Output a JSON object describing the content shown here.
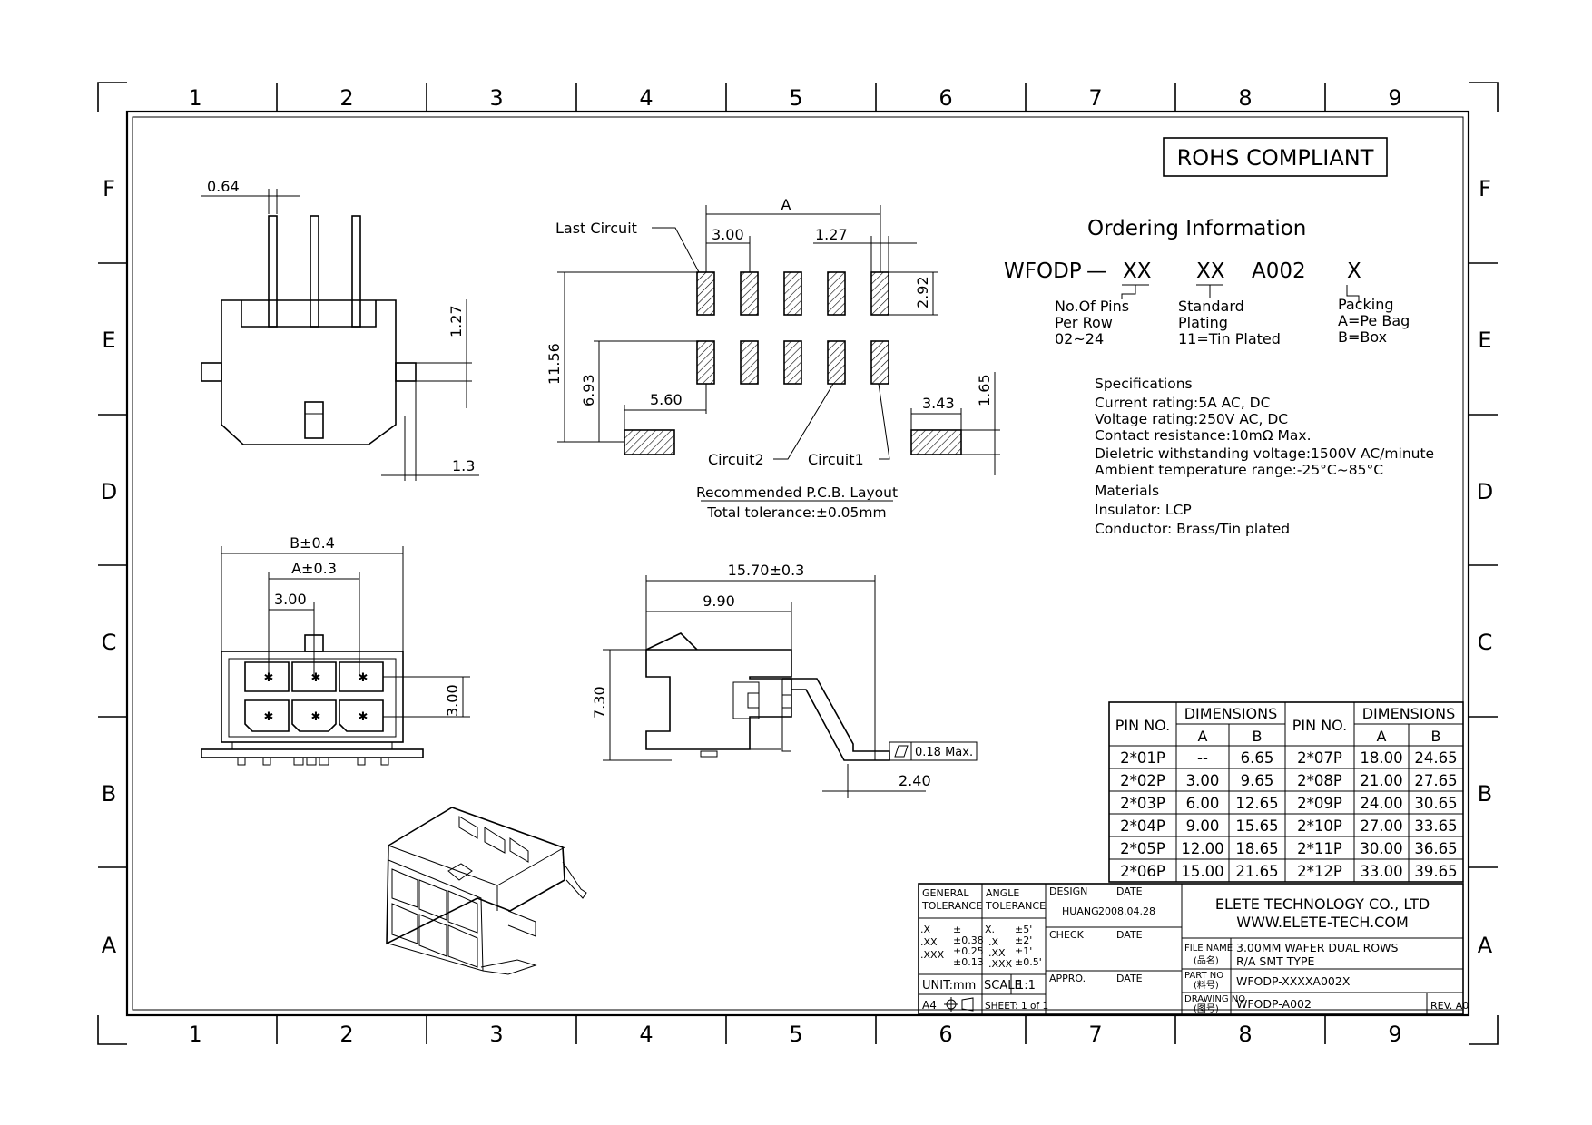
{
  "frame": {
    "columns": [
      "1",
      "2",
      "3",
      "4",
      "5",
      "6",
      "7",
      "8",
      "9"
    ],
    "rows": [
      "F",
      "E",
      "D",
      "C",
      "B",
      "A"
    ]
  },
  "rohs": "ROHS COMPLIANT",
  "ordering": {
    "title": "Ordering Information",
    "code_prefix": "WFODP",
    "code_dash": "—",
    "code_pins": "XX",
    "code_plating": "XX",
    "code_suffix": "A002",
    "code_pack": "X",
    "pins_lines": [
      "No.Of Pins",
      "Per Row",
      "02~24"
    ],
    "plating_lines": [
      "Standard",
      "Plating",
      "11=Tin Plated"
    ],
    "packing_lines": [
      "Packing",
      "A=Pe Bag",
      "B=Box"
    ]
  },
  "specs": {
    "title": "Specifications",
    "lines": [
      "Current rating:5A AC, DC",
      "Voltage rating:250V AC, DC",
      "Contact resistance:10mΩ Max.",
      "Dieletric withstanding voltage:1500V AC/minute",
      "Ambient temperature range:-25°C~85°C"
    ],
    "materials_title": "Materials",
    "materials": [
      "Insulator: LCP",
      "Conductor: Brass/Tin plated"
    ]
  },
  "pcb": {
    "caption": "Recommended P.C.B. Layout",
    "tolerance": "Total tolerance:±0.05mm",
    "last_circuit": "Last Circuit",
    "circuit1": "Circuit1",
    "circuit2": "Circuit2",
    "dim_A": "A",
    "dim_300": "3.00",
    "dim_127": "1.27",
    "dim_292": "2.92",
    "dim_1156": "11.56",
    "dim_693": "6.93",
    "dim_560": "5.60",
    "dim_343": "3.43",
    "dim_165": "1.65"
  },
  "side_view": {
    "dim_064": "0.64",
    "dim_127": "1.27",
    "dim_13": "1.3"
  },
  "front_view": {
    "dim_B": "B±0.4",
    "dim_A": "A±0.3",
    "dim_300a": "3.00",
    "dim_300b": "3.00"
  },
  "profile_view": {
    "dim_1570": "15.70±0.3",
    "dim_990": "9.90",
    "dim_730": "7.30",
    "dim_240": "2.40",
    "flatness": "0.18 Max."
  },
  "pin_table": {
    "h_pin": "PIN NO.",
    "h_dim": "DIMENSIONS",
    "h_a": "A",
    "h_b": "B",
    "left": [
      [
        "2*01P",
        "--",
        "6.65"
      ],
      [
        "2*02P",
        "3.00",
        "9.65"
      ],
      [
        "2*03P",
        "6.00",
        "12.65"
      ],
      [
        "2*04P",
        "9.00",
        "15.65"
      ],
      [
        "2*05P",
        "12.00",
        "18.65"
      ],
      [
        "2*06P",
        "15.00",
        "21.65"
      ]
    ],
    "right": [
      [
        "2*07P",
        "18.00",
        "24.65"
      ],
      [
        "2*08P",
        "21.00",
        "27.65"
      ],
      [
        "2*09P",
        "24.00",
        "30.65"
      ],
      [
        "2*10P",
        "27.00",
        "33.65"
      ],
      [
        "2*11P",
        "30.00",
        "36.65"
      ],
      [
        "2*12P",
        "33.00",
        "39.65"
      ]
    ]
  },
  "title_block": {
    "general": [
      "GENERAL",
      "TOLERANCE"
    ],
    "angle": [
      "ANGLE",
      "TOLERANCE"
    ],
    "tol_lines": [
      ".X    ±",
      ".XX  ±0.38",
      ".XXX ±0.25",
      "        ±0.13"
    ],
    "tol_x": ".X",
    "tol_xx": ".XX",
    "tol_xxx": ".XXX",
    "tol_v1": "±",
    "tol_v2": "±0.38",
    "tol_v3": "±0.25",
    "tol_v4": "±0.13",
    "ang_x": "X.",
    "ang_xx": ".X",
    "ang_xxx": ".XX",
    "ang_xxxx": ".XXX",
    "ang_v1": "±5'",
    "ang_v2": "±2'",
    "ang_v3": "±1'",
    "ang_v4": "±0.5'",
    "unit": "UNIT:mm",
    "scale_label": "SCALE",
    "scale": "1:1",
    "a4": "A4",
    "sheet": "SHEET: 1 of 1",
    "design": "DESIGN",
    "date": "DATE",
    "designer": "HUANG",
    "design_date": "2008.04.28",
    "check": "CHECK",
    "appro": "APPRO.",
    "company": "ELETE TECHNOLOGY CO., LTD",
    "website": "WWW.ELETE-TECH.COM",
    "file_name_label": "FILE  NAME",
    "file_name_cn": "(品名)",
    "file_name_1": "3.00MM WAFER DUAL ROWS",
    "file_name_2": "R/A SMT TYPE",
    "part_label": "PART    NO",
    "part_cn": "(料号)",
    "part_no": "WFODP-XXXXA002X",
    "drawing_label": "DRAWING NO",
    "drawing_cn": "(图号)",
    "drawing_no": "WFODP-A002",
    "rev": "REV. A0"
  }
}
